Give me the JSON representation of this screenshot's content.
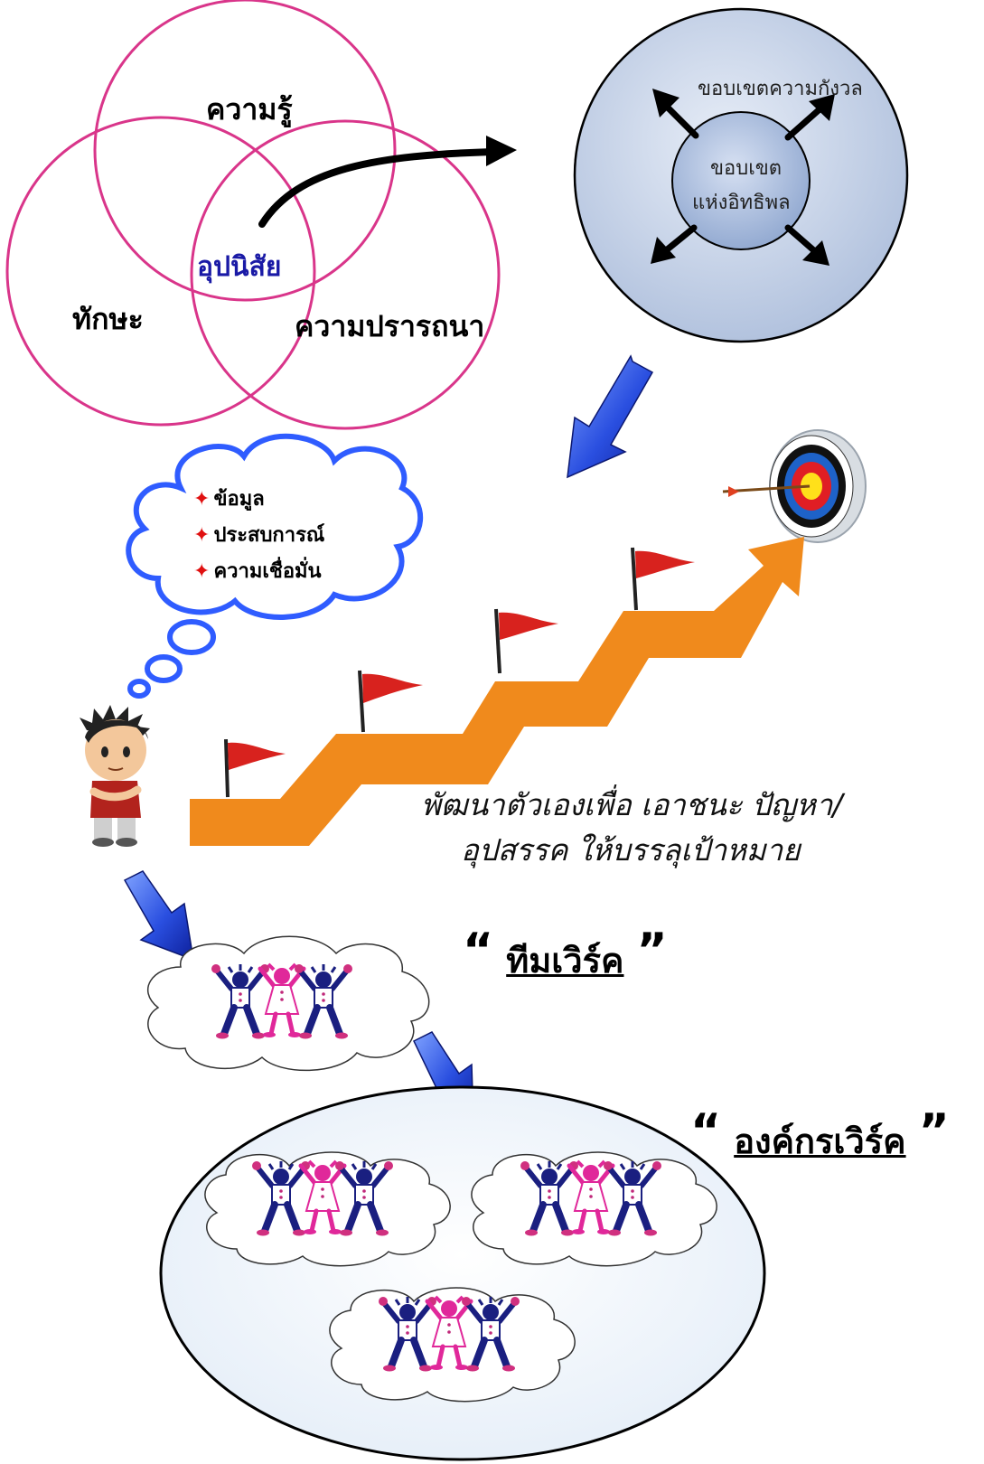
{
  "venn": {
    "top_label": "ความรู้",
    "left_label": "ทักษะ",
    "right_label": "ความปรารถนา",
    "center_label": "อุปนิสัย"
  },
  "circle_of_influence": {
    "outer_label": "ขอบเขตความกังวล",
    "inner_label_line1": "ขอบเขต",
    "inner_label_line2": "แห่งอิทธิพล"
  },
  "thought_bubble": {
    "items": [
      "ข้อมูล",
      "ประสบการณ์",
      "ความเชื่อมั่น"
    ]
  },
  "staircase_caption": {
    "line1": "พัฒนาตัวเองเพื่อ เอาชนะ ปัญหา/",
    "line2": "อุปสรรค ให้บรรลุเป้าหมาย"
  },
  "teamwork": {
    "open_quote": "“",
    "label": "ทีมเวิร์ค",
    "close_quote": "”"
  },
  "orgwork": {
    "open_quote": "“",
    "label": "องค์กรเวิร์ค",
    "close_quote": "”"
  },
  "colors": {
    "venn_stroke": "#d9358a",
    "influence_fill": "#c6d2e6",
    "stair_orange": "#f08a1c",
    "blue_arrow": "#2b4fd8",
    "flag_red": "#d8221e"
  }
}
